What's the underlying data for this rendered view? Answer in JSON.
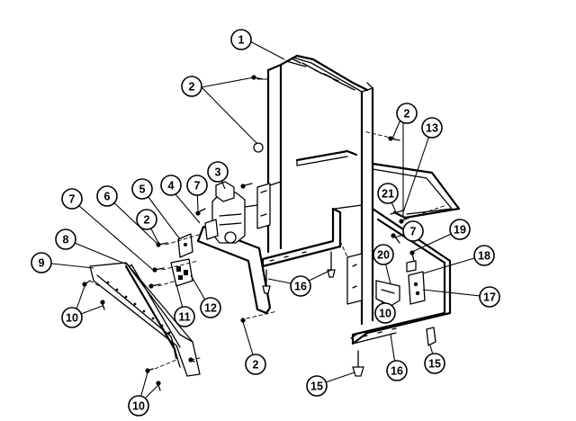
{
  "callouts": [
    {
      "label": "1"
    },
    {
      "label": "2"
    },
    {
      "label": "2"
    },
    {
      "label": "3"
    },
    {
      "label": "4"
    },
    {
      "label": "5"
    },
    {
      "label": "6"
    },
    {
      "label": "2"
    },
    {
      "label": "7"
    },
    {
      "label": "7"
    },
    {
      "label": "8"
    },
    {
      "label": "9"
    },
    {
      "label": "10"
    },
    {
      "label": "11"
    },
    {
      "label": "12"
    },
    {
      "label": "16"
    },
    {
      "label": "2"
    },
    {
      "label": "10"
    },
    {
      "label": "13"
    },
    {
      "label": "21"
    },
    {
      "label": "7"
    },
    {
      "label": "19"
    },
    {
      "label": "20"
    },
    {
      "label": "18"
    },
    {
      "label": "17"
    },
    {
      "label": "10"
    },
    {
      "label": "16"
    },
    {
      "label": "15"
    },
    {
      "label": "15"
    }
  ]
}
